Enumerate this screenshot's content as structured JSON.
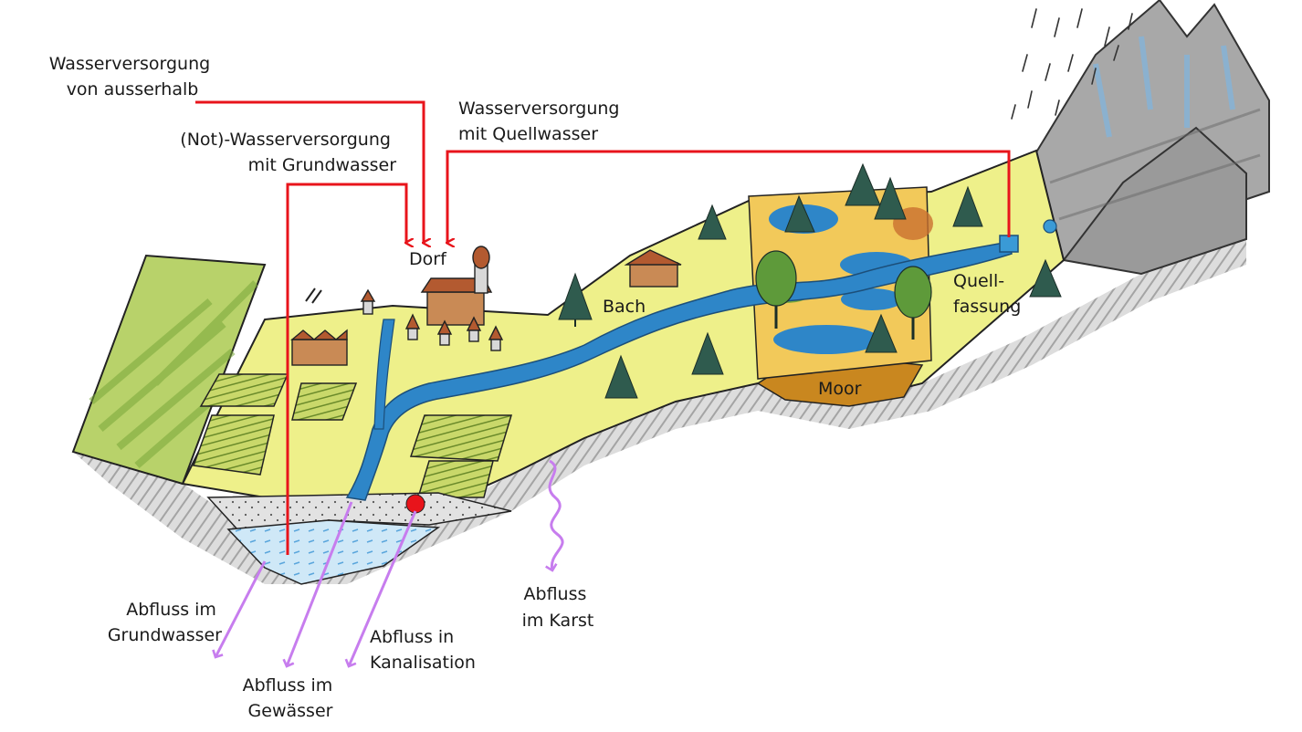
{
  "labels": {
    "supply_external": [
      "Wasserversorgung",
      "von ausserhalb"
    ],
    "supply_groundwater": [
      "(Not)-Wasserversorgung",
      "mit Grundwasser"
    ],
    "supply_spring": [
      "Wasserversorgung",
      "mit Quellwasser"
    ],
    "village": "Dorf",
    "stream": "Bach",
    "spring_capture": [
      "Quell-",
      "fassung"
    ],
    "moor": "Moor",
    "outflow_groundwater": [
      "Abfluss im",
      "Grundwasser"
    ],
    "outflow_surface": [
      "Abfluss im",
      "Gewässer"
    ],
    "outflow_sewer": [
      "Abfluss in",
      "Kanalisation"
    ],
    "outflow_karst": [
      "Abfluss",
      "im Karst"
    ]
  },
  "colors": {
    "supply_arrows": "#e8141b",
    "outflow_arrows": "#c77dee",
    "water": "#2e86c8",
    "meadow": "#eef08a",
    "moor": "#c9871f",
    "forest": "#2f5b4e",
    "rock": "#8c8c8c"
  }
}
